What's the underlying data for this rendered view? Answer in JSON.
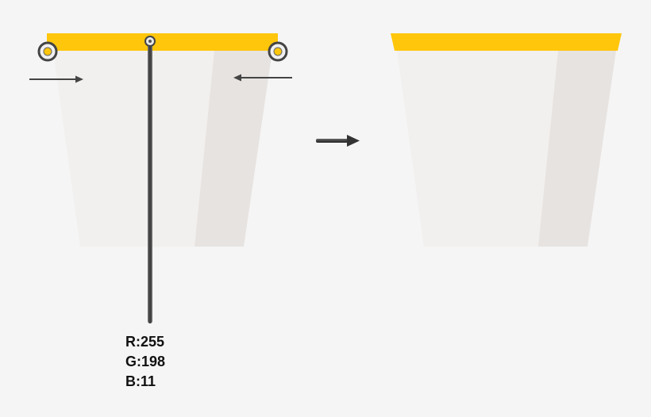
{
  "colors": {
    "background": "#f5f5f5",
    "yellow_rim": "#ffc60b",
    "body_light": "#f2f0ee",
    "body_shadow": "#e7e3e1",
    "arrow": "#444444",
    "tool": "#555555"
  },
  "color_readout": {
    "r": "R:255",
    "g": "G:198",
    "b": "B:11"
  },
  "icons": {
    "anchor_handle": "circle-handle-icon",
    "arrow_right": "arrow-right-icon",
    "arrow_left": "arrow-left-icon",
    "transition_arrow": "arrow-right-bold-icon",
    "eyedropper": "eyedropper-line-icon"
  }
}
